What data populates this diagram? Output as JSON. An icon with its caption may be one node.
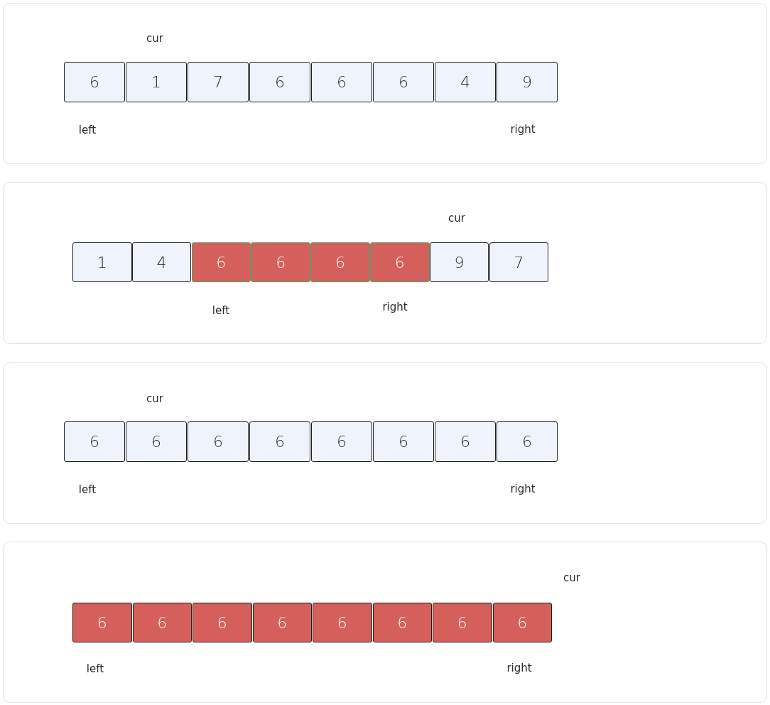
{
  "diagram": {
    "nodes": [
      {
        "text": [],
        "shape": "box"
      },
      {
        "text": [
          "6"
        ],
        "in": 0
      },
      {
        "text": [
          "1"
        ],
        "in": 0
      },
      {
        "text": [
          "7"
        ],
        "in": 0
      },
      {
        "text": [
          "6"
        ],
        "in": 0
      },
      {
        "text": [
          "6"
        ],
        "in": 0
      },
      {
        "text": [
          "6"
        ],
        "in": 0
      },
      {
        "text": [
          "4"
        ],
        "in": 0
      },
      {
        "text": [
          "9"
        ],
        "in": 0
      },
      {
        "text": [],
        "shape": "box"
      },
      {
        "text": [
          "1"
        ],
        "in": 9
      },
      {
        "text": [
          "4"
        ],
        "in": 9
      },
      {
        "text": [
          "6"
        ],
        "in": 9
      },
      {
        "text": [
          "6"
        ],
        "in": 9
      },
      {
        "text": [
          "6"
        ],
        "in": 9
      },
      {
        "text": [
          "6"
        ],
        "in": 9
      },
      {
        "text": [
          "9"
        ],
        "in": 9
      },
      {
        "text": [
          "7"
        ],
        "in": 9
      },
      {
        "text": [],
        "shape": "box"
      },
      {
        "text": [
          "6"
        ],
        "in": 18
      },
      {
        "text": [
          "6"
        ],
        "in": 18
      },
      {
        "text": [
          "6"
        ],
        "in": 18
      },
      {
        "text": [
          "6"
        ],
        "in": 18
      },
      {
        "text": [
          "6"
        ],
        "in": 18
      },
      {
        "text": [
          "6"
        ],
        "in": 18
      },
      {
        "text": [
          "6"
        ],
        "in": 18
      },
      {
        "text": [
          "6"
        ],
        "in": 18
      },
      {
        "text": [],
        "shape": "box"
      },
      {
        "text": [
          "6"
        ],
        "in": 27
      },
      {
        "text": [
          "6"
        ],
        "in": 27
      },
      {
        "text": [
          "6"
        ],
        "in": 27
      },
      {
        "text": [
          "6"
        ],
        "in": 27
      },
      {
        "text": [
          "6"
        ],
        "in": 27
      },
      {
        "text": [
          "6"
        ],
        "in": 27
      },
      {
        "text": [
          "6"
        ],
        "in": 27
      },
      {
        "text": [
          "6"
        ],
        "in": 27
      }
    ],
    "labels": [
      "cur",
      "left",
      "right",
      "cur",
      "left",
      "right",
      "cur",
      "left",
      "right",
      "cur",
      "left",
      "right"
    ]
  }
}
